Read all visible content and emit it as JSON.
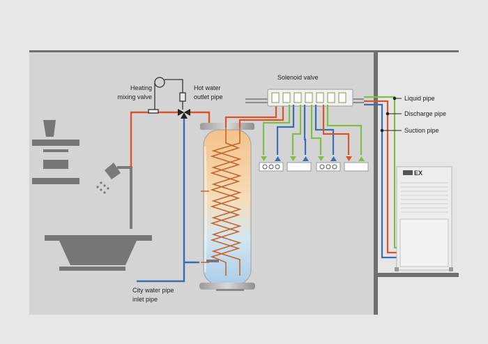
{
  "labels": {
    "heating_mixing_valve": [
      "Heating",
      "mixing valve"
    ],
    "hot_water_outlet_pipe": [
      "Hot water",
      "outlet pipe"
    ],
    "solenoid_valve": "Solenoid valve",
    "liquid_pipe": "Liquid pipe",
    "discharge_pipe": "Discharge pipe",
    "suction_pipe": "Suction pipe",
    "city_water_inlet": [
      "City water pipe",
      "inlet pipe"
    ]
  },
  "outdoor_unit": {
    "brand": "EX"
  },
  "colors": {
    "background": "#e6e6e6",
    "room": "#d3d3d3",
    "wall": "#6b6b6b",
    "hot_pipe": "#d9542b",
    "cold_pipe": "#3b6db3",
    "liquid_pipe": "#7dbf4a",
    "fixture": "#7a7a7a",
    "coil": "#c8642a"
  },
  "icons": [
    "shower-head-icon",
    "bathtub-icon",
    "kitchen-hood-icon",
    "indoor-unit-icon"
  ]
}
